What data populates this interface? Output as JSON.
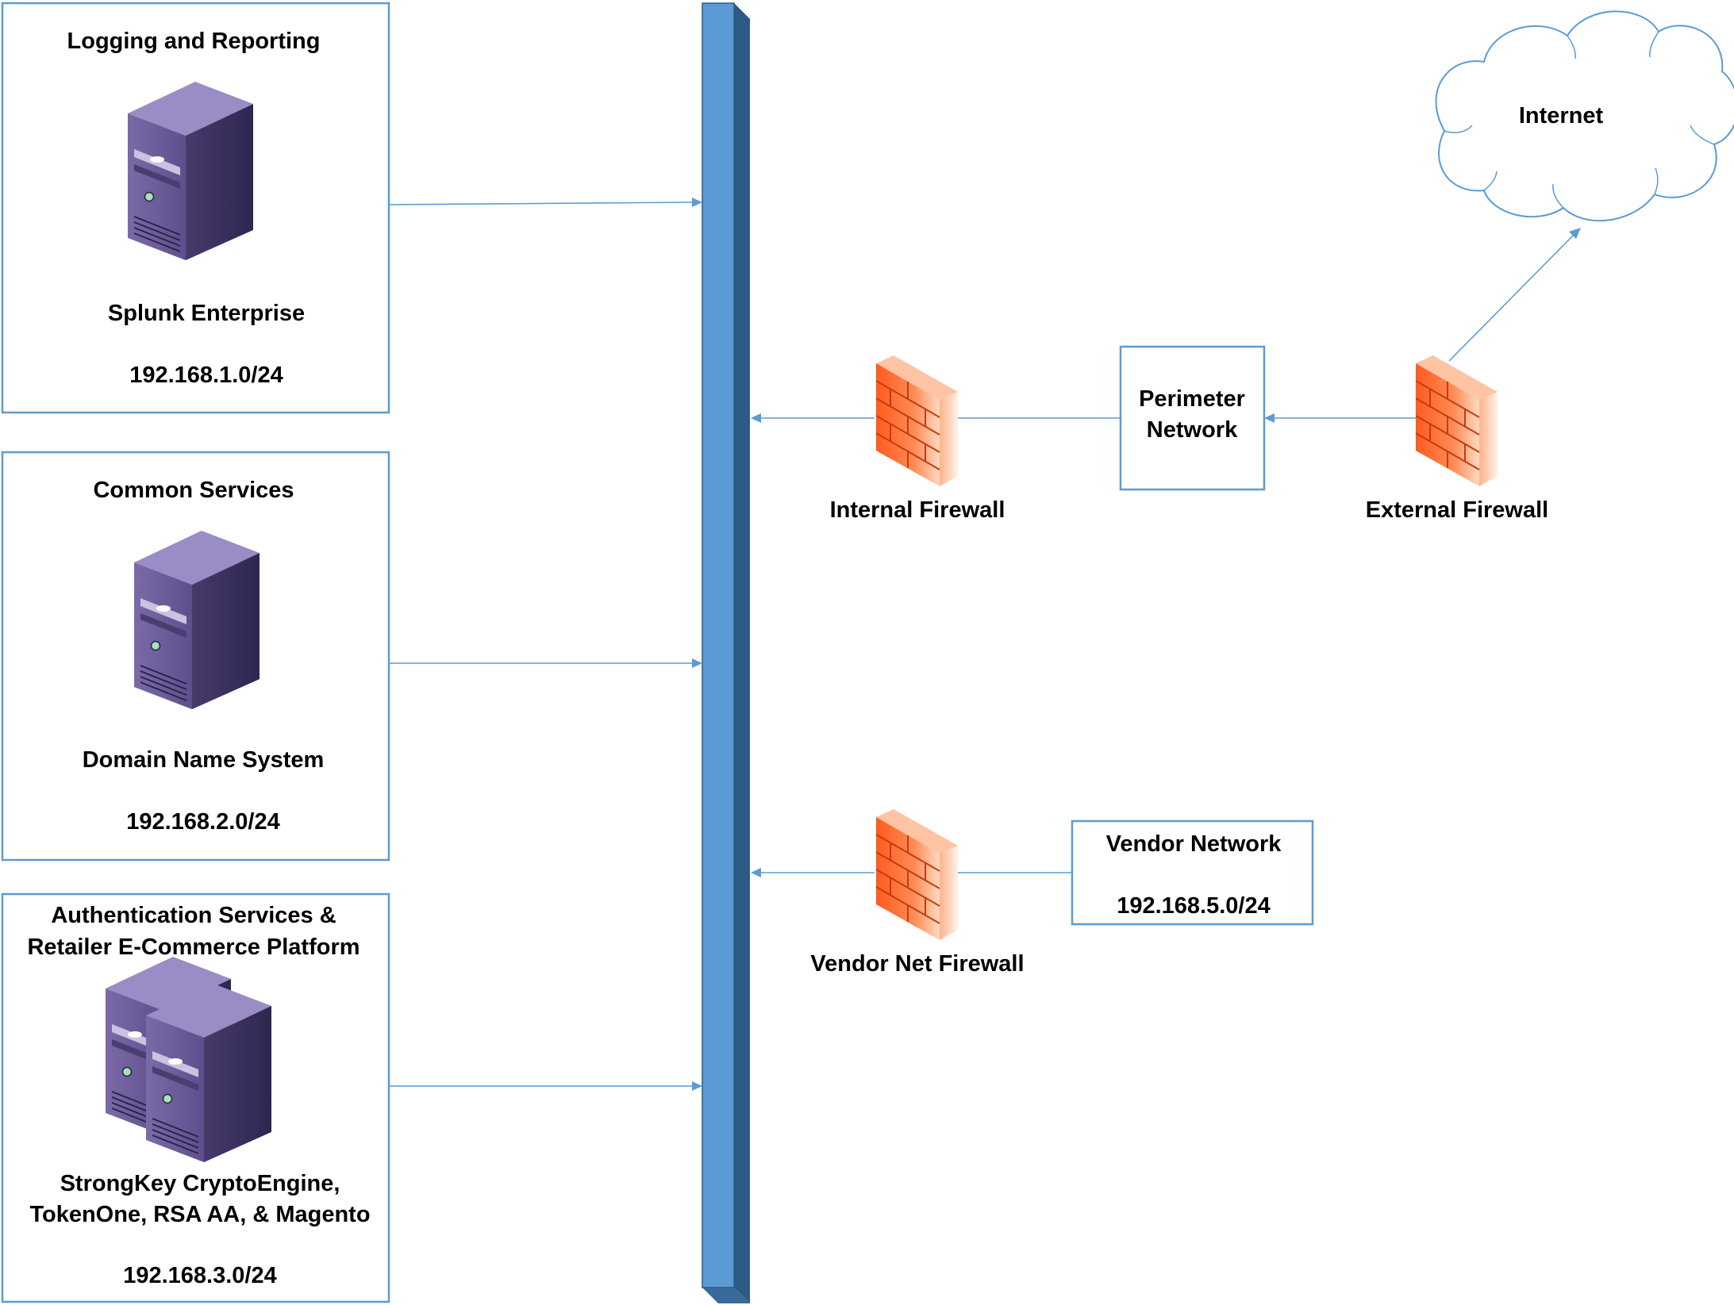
{
  "colors": {
    "accent": "#5b9bd5",
    "backbone_front": "#5b9bd5",
    "backbone_side": "#2e5a86",
    "server": "#5a4b86",
    "firewall": "#ff6a33"
  },
  "icons": {
    "server": "server-tower-icon",
    "server_pair": "server-pair-icon",
    "firewall": "brick-firewall-icon",
    "cloud": "cloud-icon"
  },
  "segments": {
    "logging": {
      "title": "Logging and Reporting",
      "product": "Splunk Enterprise",
      "subnet": "192.168.1.0/24"
    },
    "common": {
      "title": "Common Services",
      "product": "Domain Name System",
      "subnet": "192.168.2.0/24"
    },
    "auth": {
      "title_line1": "Authentication Services &",
      "title_line2": "Retailer E-Commerce Platform",
      "product_line1": "StrongKey CryptoEngine,",
      "product_line2": "TokenOne, RSA AA, & Magento",
      "subnet": "192.168.3.0/24"
    }
  },
  "internet": {
    "label": "Internet"
  },
  "firewalls": {
    "internal": "Internal Firewall",
    "external": "External Firewall",
    "vendor": "Vendor Net Firewall"
  },
  "perimeter": {
    "line1": "Perimeter",
    "line2": "Network"
  },
  "vendor_network": {
    "title": "Vendor Network",
    "subnet": "192.168.5.0/24"
  }
}
